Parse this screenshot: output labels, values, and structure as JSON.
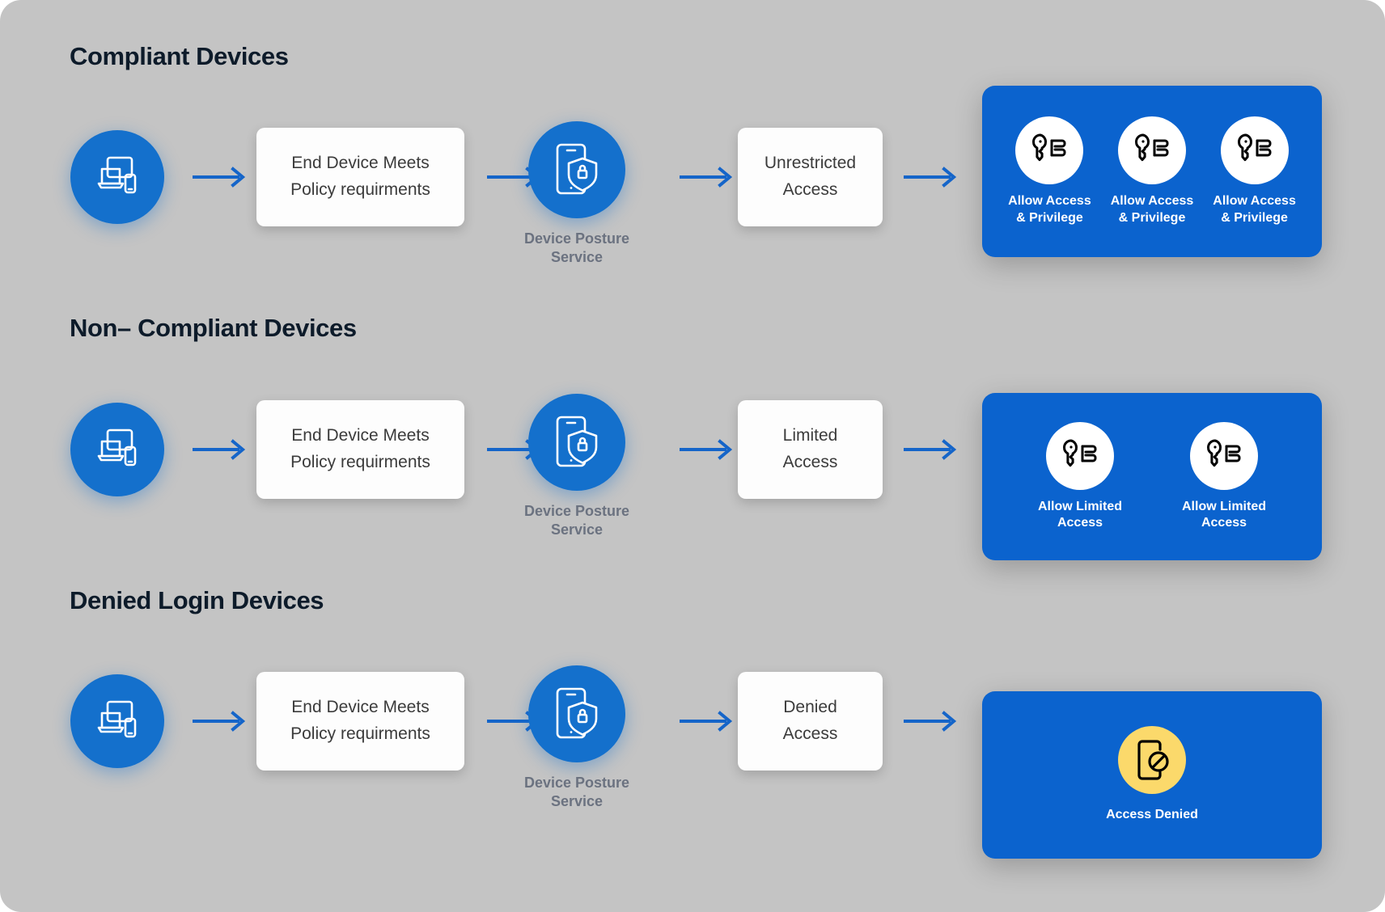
{
  "theme": {
    "background": "#c4c4c4",
    "brand_blue": "#1470cc",
    "panel_blue": "#0b63ce",
    "denied_yellow": "#fbd96b",
    "heading_color": "#0d1b2a",
    "box_text_color": "#3b3b3b",
    "posture_label_color": "#6b7280"
  },
  "rows": [
    {
      "heading": "Compliant Devices",
      "device_icon": "devices-icon",
      "policy_box": "End Device Meets\nPolicy requirments",
      "posture_icon": "phone-shield-lock-icon",
      "posture_label": "Device Posture\nService",
      "access_box": "Unrestricted\nAccess",
      "results": [
        {
          "icon": "key-access-icon",
          "label": "Allow Access\n& Privilege"
        },
        {
          "icon": "key-access-icon",
          "label": "Allow Access\n& Privilege"
        },
        {
          "icon": "key-access-icon",
          "label": "Allow Access\n& Privilege"
        }
      ]
    },
    {
      "heading": "Non– Compliant Devices",
      "device_icon": "devices-icon",
      "policy_box": "End Device Meets\nPolicy requirments",
      "posture_icon": "phone-shield-lock-icon",
      "posture_label": "Device Posture\nService",
      "access_box": "Limited\nAccess",
      "results": [
        {
          "icon": "key-access-icon",
          "label": "Allow Limited\nAccess"
        },
        {
          "icon": "key-access-icon",
          "label": "Allow Limited\nAccess"
        }
      ]
    },
    {
      "heading": "Denied Login Devices",
      "device_icon": "devices-icon",
      "policy_box": "End Device Meets\nPolicy requirments",
      "posture_icon": "phone-shield-lock-icon",
      "posture_label": "Device Posture\nService",
      "access_box": "Denied\nAccess",
      "results": [
        {
          "icon": "phone-blocked-icon",
          "label": "Access Denied"
        }
      ]
    }
  ]
}
